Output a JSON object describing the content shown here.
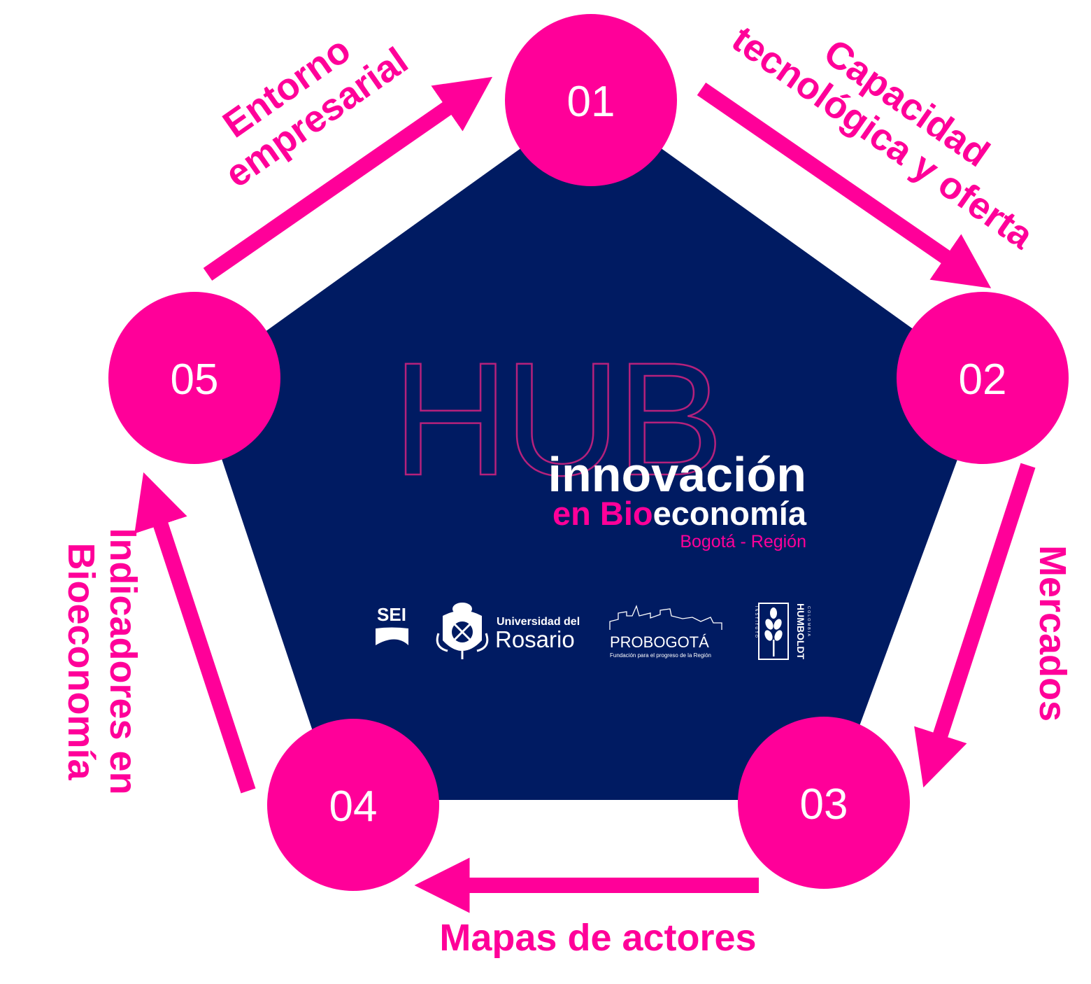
{
  "colors": {
    "accent": "#ff0099",
    "pentagon": "#001b62",
    "hub_outline": "#b5217c",
    "white": "#ffffff"
  },
  "nodes": [
    {
      "id": "01"
    },
    {
      "id": "02"
    },
    {
      "id": "03"
    },
    {
      "id": "04"
    },
    {
      "id": "05"
    }
  ],
  "steps": {
    "s1": [
      "Capacidad",
      "tecnológica y oferta"
    ],
    "s2": [
      "Mercados"
    ],
    "s3": [
      "Mapas de actores"
    ],
    "s4": [
      "Indicadores en",
      "Bioeconomía"
    ],
    "s5": [
      "Entorno",
      "empresarial"
    ]
  },
  "brand": {
    "hub": "HUB",
    "line1": "innovación",
    "line2_pink": "en Bio",
    "line2_white": "economía",
    "line3": "Bogotá - Región"
  },
  "logos": {
    "sei": "SEI",
    "rosario_top": "Universidad del",
    "rosario_bottom": "Rosario",
    "probogota": "PROBOGOTÁ",
    "probogota_sub": "Fundación para el progreso de la Región",
    "humboldt": "HUMBOLDT",
    "humboldt_left": "INSTITUTO",
    "humboldt_right": "COLOMBIA"
  }
}
